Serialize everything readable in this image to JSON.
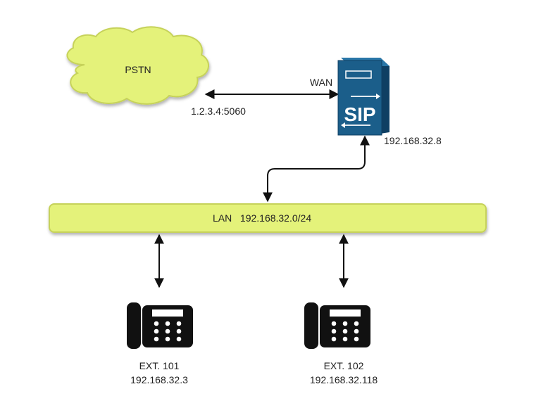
{
  "colors": {
    "cloud_fill": "#e4f27a",
    "lan_fill": "#e4f27a",
    "lan_stroke": "#c6d25a",
    "server_blue": "#1b5e8a",
    "server_dark": "#0f3f63",
    "phone": "#111111",
    "line": "#111111"
  },
  "icons": {
    "cloud": "cloud-icon",
    "server": "sip-server-icon",
    "phone": "desk-phone-icon"
  },
  "nodes": {
    "pstn": {
      "label": "PSTN"
    },
    "sip_server": {
      "logo_text": "SIP",
      "wan_label": "WAN",
      "ip": "192.168.32.8"
    },
    "trunk": {
      "address": "1.2.3.4:5060"
    },
    "lan": {
      "label": "LAN   192.168.32.0/24"
    },
    "phones": [
      {
        "ext": "EXT. 101",
        "ip": "192.168.32.3"
      },
      {
        "ext": "EXT. 102",
        "ip": "192.168.32.118"
      }
    ]
  }
}
